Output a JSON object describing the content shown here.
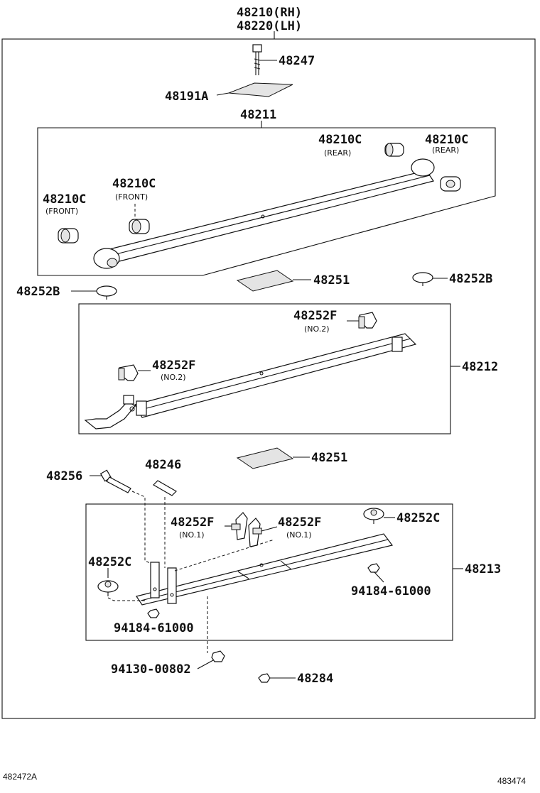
{
  "labels": {
    "assy_rh": "48210(RH)",
    "assy_lh": "48220(LH)",
    "bolt_center": "48247",
    "spacer": "48191A",
    "leaf_no1": "48211",
    "bush_rear_a": "48210C",
    "bush_rear_a_note": "(REAR)",
    "bush_rear_b": "48210C",
    "bush_rear_b_note": "(REAR)",
    "bush_front_a": "48210C",
    "bush_front_a_note": "(FRONT)",
    "bush_front_b": "48210C",
    "bush_front_b_note": "(FRONT)",
    "insert_upper": "48251",
    "bumper_b_right": "48252B",
    "bumper_b_left": "48252B",
    "clip_f_upper": "48252F",
    "clip_f_upper_note": "(NO.2)",
    "clip_f_lower": "48252F",
    "clip_f_lower_note": "(NO.2)",
    "leaf_no2": "48212",
    "insert_lower": "48251",
    "bolt_clip": "48256",
    "pin": "48246",
    "clip_f_no1_left": "48252F",
    "clip_f_no1_left_note": "(NO.1)",
    "clip_f_no1_right": "48252F",
    "clip_f_no1_right_note": "(NO.1)",
    "bumper_c_right": "48252C",
    "bumper_c_left": "48252C",
    "leaf_no3": "48213",
    "nut_right": "94184-61000",
    "nut_left": "94184-61000",
    "nut_bottom": "94130-00802",
    "nut_48284": "48284"
  },
  "footer": {
    "left_code": "482472A",
    "right_code": "483474"
  }
}
